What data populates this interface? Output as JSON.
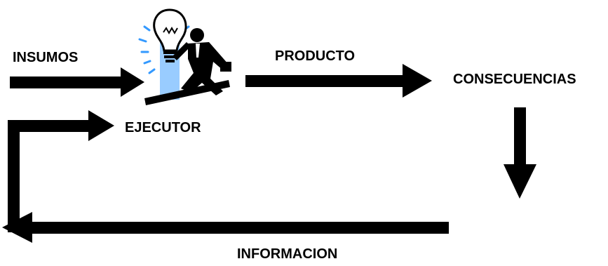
{
  "labels": {
    "insumos": "INSUMOS",
    "producto": "PRODUCTO",
    "consecuencias": "CONSECUENCIAS",
    "ejecutor": "EJECUTOR",
    "informacion": "INFORMACION"
  },
  "icons": {
    "executor": "businessman-with-lightbulb-icon"
  },
  "colors": {
    "arrow": "#000000",
    "bulb_panel": "#99ccff",
    "bulb_rays": "#3399ff",
    "background": "#ffffff"
  }
}
